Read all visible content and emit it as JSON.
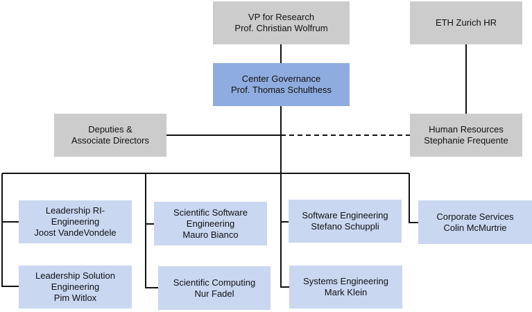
{
  "colors": {
    "gray": "#cccccc",
    "governance": "#8eacdf",
    "unit": "#c9d7f1",
    "line": "#111111"
  },
  "nodes": {
    "vp": {
      "title": "VP for Research",
      "name": "Prof. Christian Wolfrum"
    },
    "eth_hr": {
      "title": "ETH Zurich HR"
    },
    "governance": {
      "title": "Center Governance",
      "name": "Prof. Thomas Schulthess"
    },
    "deputies": {
      "title": "Deputies &",
      "title2": "Associate Directors"
    },
    "hr": {
      "title": "Human Resources",
      "name": "Stephanie Frequente"
    },
    "lead_ri": {
      "title": "Leadership RI-",
      "title2": "Engineering",
      "name": "Joost VandeVondele"
    },
    "lead_sol": {
      "title": "Leadership Solution",
      "title2": "Engineering",
      "name": "Pim Witlox"
    },
    "sci_sw": {
      "title": "Scientific Software",
      "title2": "Engineering",
      "name": "Mauro Bianco"
    },
    "sci_comp": {
      "title": "Scientific Computing",
      "name": "Nur Fadel"
    },
    "sw_eng": {
      "title": "Software Engineering",
      "name": "Stefano Schuppli"
    },
    "sys_eng": {
      "title": "Systems Engineering",
      "name": "Mark Klein"
    },
    "corp": {
      "title": "Corporate Services",
      "name": "Colin McMurtrie"
    }
  }
}
